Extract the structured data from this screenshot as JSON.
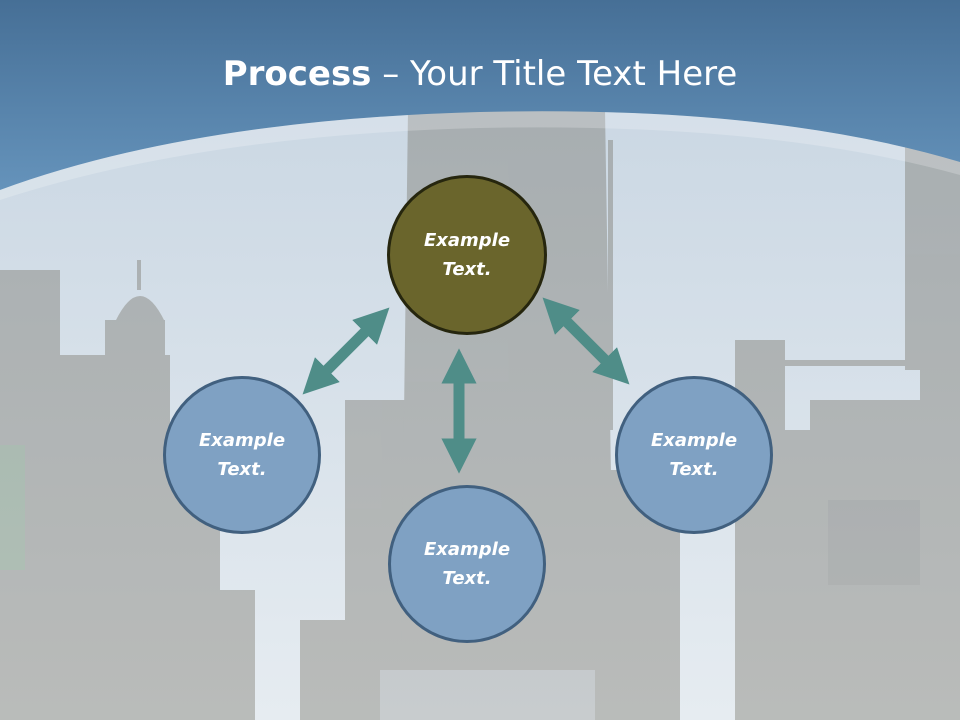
{
  "title": {
    "bold": "Process",
    "rest": " – Your Title Text Here"
  },
  "circles": {
    "top": "Example\nText.",
    "left": "Example\nText.",
    "right": "Example\nText.",
    "bottom": "Example\nText."
  },
  "colors": {
    "header": "#4f7da5",
    "top_circle": "#6a652c",
    "blue_circle": "#7fa1c3",
    "arrow": "#4f8d88"
  }
}
